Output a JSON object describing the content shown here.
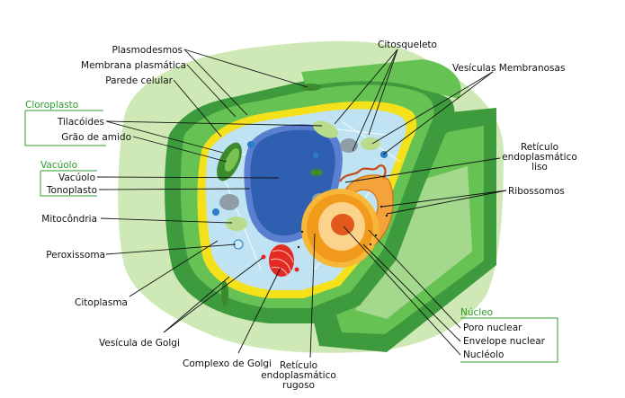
{
  "colors": {
    "group_label": "#2e9c2e",
    "group_box": "#2e9c2e",
    "background_blob": "#cfe9b6",
    "wall_outer": "#3d9a3d",
    "wall_top": "#67c254",
    "membrane": "#f5e11a",
    "cytoplasm": "#bfe3f2",
    "vacuole": "#2f5fb0",
    "nucleus": "#f19a1c",
    "nucleolus": "#e1591b",
    "golgi": "#e22b23",
    "chloroplast": "#3b8b2e",
    "mitochondria": "#b9dc8c"
  },
  "labels": {
    "plasmodesmos": "Plasmodesmos",
    "membrana_plasmatica": "Membrana plasmática",
    "parede_celular": "Parede celular",
    "cloroplasto": "Cloroplasto",
    "tilacoides": "Tilacóides",
    "grao_amido": "Grão de amido",
    "vacuolo_group": "Vacúolo",
    "vacuolo": "Vacúolo",
    "tonoplasto": "Tonoplasto",
    "mitocondria": "Mitocôndria",
    "peroxissoma": "Peroxissoma",
    "citoplasma": "Citoplasma",
    "vesicula_golgi": "Vesícula de Golgi",
    "complexo_golgi": "Complexo de Golgi",
    "reticulo_rugoso": [
      "Retículo",
      "endoplasmático",
      "rugoso"
    ],
    "citosqueleto": "Citosqueleto",
    "vesiculas_membranosas": "Vesículas Membranosas",
    "reticulo_liso": [
      "Retículo",
      "endoplasmático",
      "liso"
    ],
    "ribossomos": "Ribossomos",
    "nucleo_group": "Núcleo",
    "poro_nuclear": "Poro nuclear",
    "envelope_nuclear": "Envelope nuclear",
    "nucleolo": "Nucléolo"
  }
}
